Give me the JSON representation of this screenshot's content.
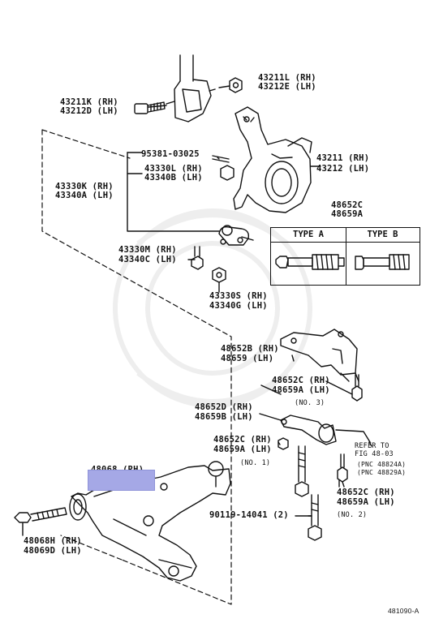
{
  "labels": {
    "l43211L": "43211L (RH)",
    "l43212E": "43212E (LH)",
    "l43211K": "43211K (RH)",
    "l43212D": "43212D (LH)",
    "l95381": "95381-03025",
    "l43330L": "43330L (RH)",
    "l43340B": "43340B (LH)",
    "l43330K": "43330K (RH)",
    "l43340A": "43340A (LH)",
    "l43211": "43211 (RH)",
    "l43212": "43212 (LH)",
    "l48652C_top": "48652C",
    "l48659A_top": "48659A",
    "l43330M": "43330M (RH)",
    "l43340C": "43340C (LH)",
    "l43330S": "43330S (RH)",
    "l43340G": "43340G (LH)",
    "l48652B": "48652B (RH)",
    "l48659": "48659  (LH)",
    "l48652C_n3": "48652C (RH)",
    "l48659A_n3": "48659A (LH)",
    "l_no3": "(NO. 3)",
    "l48652D": "48652D (RH)",
    "l48659B": "48659B (LH)",
    "l48652C_n1": "48652C (RH)",
    "l48659A_n1": "48659A (LH)",
    "l_no1": "(NO. 1)",
    "l_refer": "REFER TO",
    "l_fig": "FIG 48-03",
    "l_pnc1": "(PNC 48824A)",
    "l_pnc2": "(PNC 48829A)",
    "l48652C_n2": "48652C (RH)",
    "l48659A_n2": "48659A (LH)",
    "l_no2": "(NO. 2)",
    "l90119": "90119-14041 (2)",
    "l48068_partial": "48068 (RH)",
    "l48068H": "48068H (RH)",
    "l48069D": "48069D (LH)",
    "l_footer": "481090-A"
  },
  "type_box": {
    "type_a": "TYPE A",
    "type_b": "TYPE B"
  },
  "colors": {
    "line": "#111111",
    "redaction": "#a5a8e6",
    "watermark": "#eeeeee"
  }
}
